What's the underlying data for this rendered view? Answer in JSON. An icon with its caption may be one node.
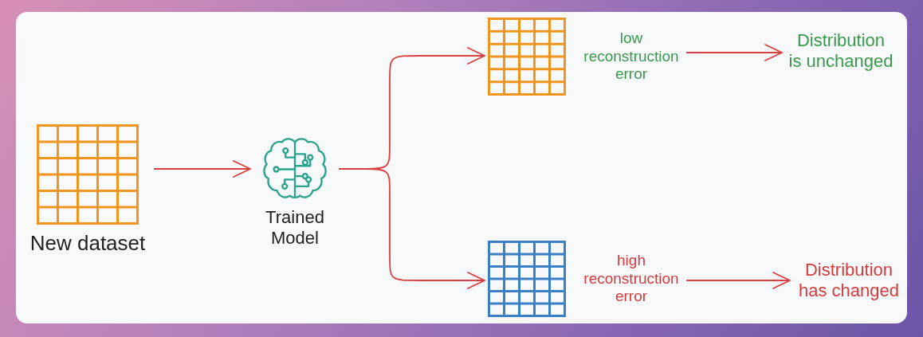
{
  "diagram": {
    "nodes": [
      {
        "text": [
          "New dataset"
        ]
      },
      {
        "text": [
          "Trained Model"
        ]
      },
      {
        "text": [],
        "shape": "grid",
        "beside": [
          "low reconstruction error"
        ]
      },
      {
        "text": [
          "Distribution is unchanged"
        ]
      },
      {
        "text": [],
        "shape": "grid",
        "beside": [
          "high reconstruction error"
        ]
      },
      {
        "text": [
          "Distribution has changed"
        ]
      }
    ],
    "edges": [
      {
        "from": 0,
        "to": 1,
        "arrow": "to"
      },
      {
        "from": 1,
        "to": 2,
        "arrow": "to"
      },
      {
        "from": 1,
        "to": 4,
        "arrow": "to"
      },
      {
        "from": 2,
        "to": 3,
        "arrow": "to"
      },
      {
        "from": 4,
        "to": 5,
        "arrow": "to"
      }
    ]
  }
}
